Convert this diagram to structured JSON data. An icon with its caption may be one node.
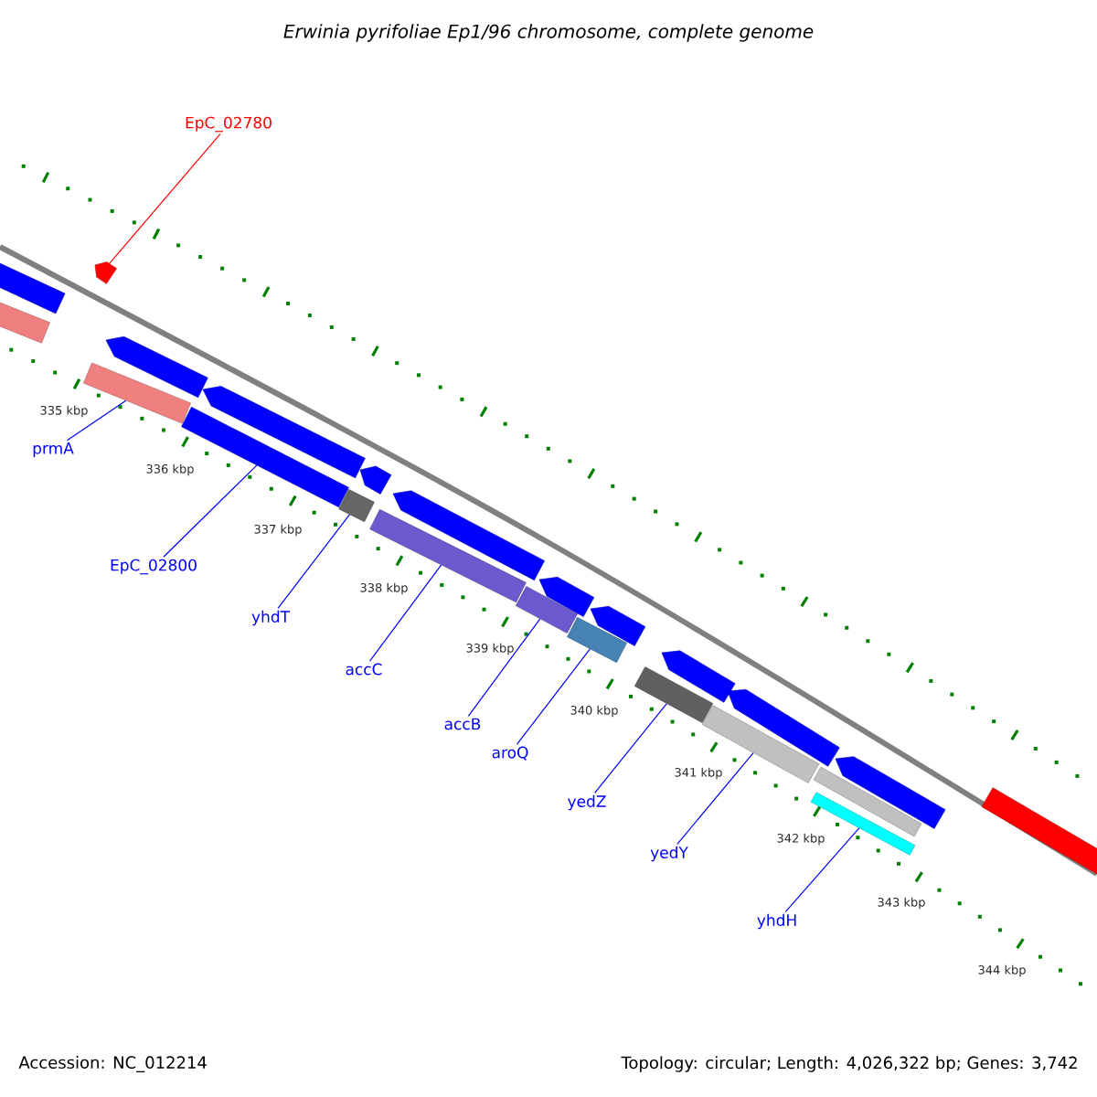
{
  "diagram": {
    "title": "Erwinia pyrifoliae Ep1/96 chromosome, complete genome",
    "nodes": [
      {
        "text": [
          "EpC_02780"
        ]
      },
      {
        "text": [
          "prmA"
        ]
      },
      {
        "text": [
          "EpC_02800"
        ]
      },
      {
        "text": [
          "yhdT"
        ]
      },
      {
        "text": [
          "accC"
        ]
      },
      {
        "text": [
          "accB"
        ]
      },
      {
        "text": [
          "aroQ"
        ]
      },
      {
        "text": [
          "yedZ"
        ]
      },
      {
        "text": [
          "yedY"
        ]
      },
      {
        "text": [
          "yhdH"
        ]
      },
      {
        "text": [],
        "shape": "arrow"
      },
      {
        "text": [],
        "shape": "bar"
      },
      {
        "text": [],
        "shape": "bar"
      },
      {
        "text": [],
        "shape": "bar"
      },
      {
        "text": [],
        "shape": "bar"
      },
      {
        "text": [],
        "shape": "bar"
      },
      {
        "text": [],
        "shape": "bar"
      },
      {
        "text": [],
        "shape": "bar"
      },
      {
        "text": [],
        "shape": "bar"
      },
      {
        "text": [],
        "shape": "bar"
      },
      {
        "text": [],
        "shape": "arrow"
      },
      {
        "text": [],
        "shape": "arrow"
      },
      {
        "text": [],
        "shape": "arrow"
      },
      {
        "text": [],
        "shape": "arrow"
      },
      {
        "text": [],
        "shape": "arrow"
      },
      {
        "text": [],
        "shape": "arrow"
      },
      {
        "text": [],
        "shape": "arrow"
      },
      {
        "text": [],
        "shape": "arrow"
      },
      {
        "text": [],
        "shape": "arrow"
      },
      {
        "text": [],
        "shape": "bar"
      },
      {
        "text": [],
        "shape": "bar"
      },
      {
        "text": [],
        "shape": "bar"
      },
      {
        "text": [],
        "shape": "bar"
      }
    ],
    "edges": [
      {
        "from": 0,
        "to": 10,
        "arrow": "none",
        "color": "#ff0000"
      },
      {
        "from": 1,
        "to": 11,
        "arrow": "none"
      },
      {
        "from": 2,
        "to": 12,
        "arrow": "none"
      },
      {
        "from": 3,
        "to": 13,
        "arrow": "none"
      },
      {
        "from": 4,
        "to": 14,
        "arrow": "none"
      },
      {
        "from": 5,
        "to": 15,
        "arrow": "none"
      },
      {
        "from": 6,
        "to": 16,
        "arrow": "none"
      },
      {
        "from": 7,
        "to": 17,
        "arrow": "none"
      },
      {
        "from": 8,
        "to": 18,
        "arrow": "none"
      },
      {
        "from": 9,
        "to": 19,
        "arrow": "none"
      }
    ],
    "labels": [
      "335 kbp",
      "336 kbp",
      "337 kbp",
      "338 kbp",
      "339 kbp",
      "340 kbp",
      "341 kbp",
      "342 kbp",
      "343 kbp",
      "344 kbp",
      "Accession: NC_012214",
      "Topology: circular; Length: 4,026,322 bp; Genes: 3,742"
    ]
  }
}
